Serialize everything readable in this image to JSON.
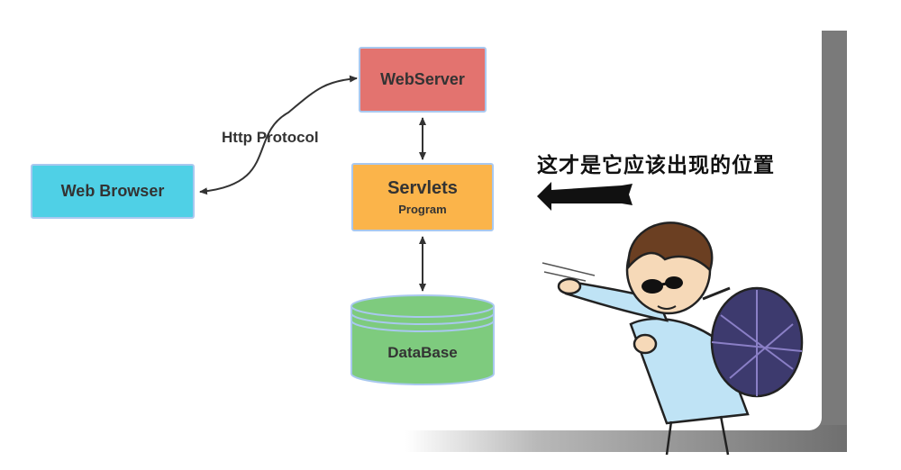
{
  "diagram": {
    "nodes": {
      "webserver": {
        "label": "WebServer",
        "color": "#e3736f"
      },
      "servlets": {
        "label": "Servlets",
        "sublabel": "Program",
        "color": "#fbb44a"
      },
      "browser": {
        "label": "Web Browser",
        "color": "#4fd0e6"
      },
      "database": {
        "label": "DataBase",
        "color": "#7ecb7e"
      }
    },
    "edges": [
      {
        "from": "browser",
        "to": "webserver",
        "label": "Http Protocol",
        "direction": "both"
      },
      {
        "from": "webserver",
        "to": "servlets",
        "direction": "both"
      },
      {
        "from": "servlets",
        "to": "database",
        "direction": "both"
      }
    ]
  },
  "comic": {
    "caption": "这才是它应该出现的位置"
  }
}
